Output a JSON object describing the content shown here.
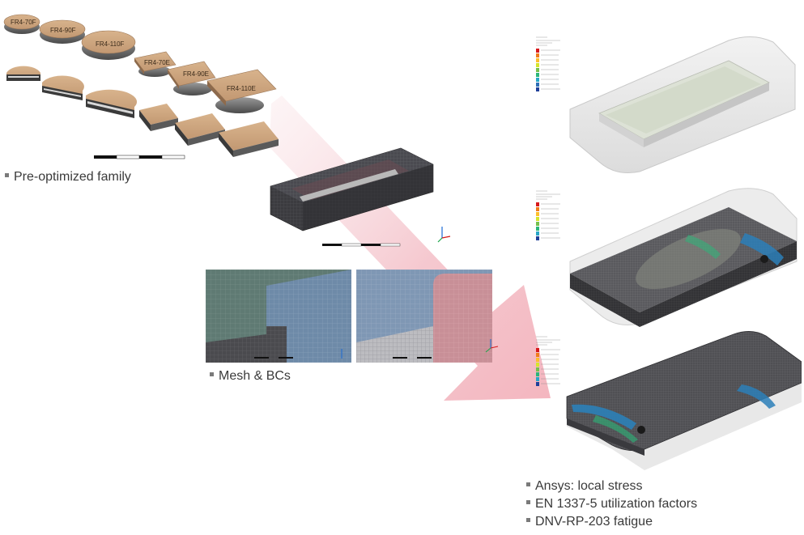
{
  "pads": {
    "labels": [
      "FR4-70F",
      "FR4-90F",
      "FR4-110F",
      "FR4-70E",
      "FR4-90E",
      "FR4-110E"
    ]
  },
  "captions": {
    "family": "Pre-optimized family",
    "mesh": "Mesh & BCs",
    "results": [
      "Ansys: local stress",
      "EN 1337-5 utilization factors",
      "DNV-RP-203 fatigue"
    ]
  },
  "colors": {
    "pad": "#c9a47e",
    "arrow": "#f3b6bf",
    "mesh_dark": "#3c3c40",
    "stress_blue": "#2b7fb8"
  }
}
